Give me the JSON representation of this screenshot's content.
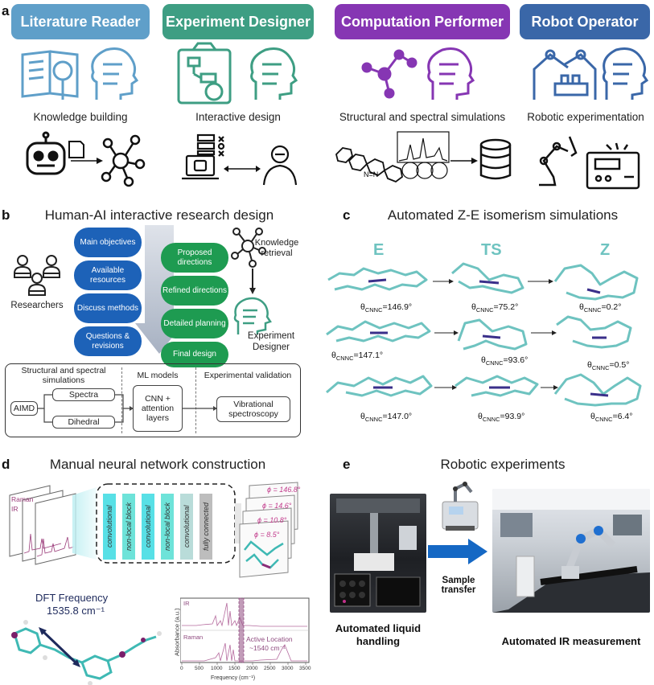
{
  "panel_a": {
    "label": "a",
    "headers": [
      "Literature Reader",
      "Experiment Designer",
      "Computation Performer",
      "Robot Operator"
    ],
    "captions": [
      "Knowledge building",
      "Interactive design",
      "Structural and spectral simulations",
      "Robotic experimentation"
    ]
  },
  "panel_b": {
    "label": "b",
    "title": "Human-AI interactive research design",
    "researchers": "Researchers",
    "blue_items": [
      "Main objectives",
      "Available resources",
      "Discuss methods",
      "Questions & revisions"
    ],
    "green_items": [
      "Proposed directions",
      "Refined directions",
      "Detailed planning",
      "Final design"
    ],
    "knowledge": "Knowledge retrieval",
    "designer": "Experiment Designer",
    "sections": [
      "Structural and spectral simulations",
      "ML models",
      "Experimental validation"
    ],
    "aimd": "AIMD",
    "spectra": "Spectra",
    "dihedral": "Dihedral",
    "cnn": "CNN + attention layers",
    "vib": "Vibrational spectroscopy"
  },
  "panel_c": {
    "label": "c",
    "title": "Automated Z-E isomerism simulations",
    "isomers": [
      "E",
      "TS",
      "Z"
    ],
    "theta_symbol": "θ",
    "theta_sub": "CNNC",
    "angles": [
      [
        "=146.9°",
        "=75.2°",
        "=0.2°"
      ],
      [
        "=147.1°",
        "=93.6°",
        "=0.5°"
      ],
      [
        "=147.0°",
        "=93.9°",
        "=6.4°"
      ]
    ]
  },
  "panel_d": {
    "label": "d",
    "title": "Manual neural network construction",
    "raman": "Raman",
    "ir": "IR",
    "layers": [
      "convolutional",
      "non-local block",
      "convolutional",
      "non-local block",
      "convolutional",
      "fully connected"
    ],
    "phis": [
      "ϕ = 146.8°",
      "ϕ = 14.6°",
      "ϕ = 10.8°",
      "ϕ = 8.5°"
    ],
    "dft": "DFT Frequency",
    "dft_value": "1535.8 cm⁻¹",
    "spec_ir": "IR",
    "spec_raman": "Raman",
    "active": "Active Location",
    "active_value": "~1540 cm⁻¹",
    "ylabel": "Absorbance (a.u.)",
    "xlabel": "Frequency (cm⁻¹)",
    "xticks": [
      "0",
      "500",
      "1000",
      "1500",
      "2000",
      "2500",
      "3000",
      "3500"
    ]
  },
  "panel_e": {
    "label": "e",
    "title": "Robotic experiments",
    "sample": "Sample transfer",
    "liquid": "Automated liquid handling",
    "ir": "Automated IR measurement"
  },
  "colors": {
    "lit": "#5f9fc9",
    "exp": "#3e9e83",
    "comp": "#8636b3",
    "rob": "#3a67a8",
    "blue_bubble": "#1d62b8",
    "green_bubble": "#1e9b51",
    "teal": "#6ec3c0",
    "bond": "#3a2f8a"
  }
}
